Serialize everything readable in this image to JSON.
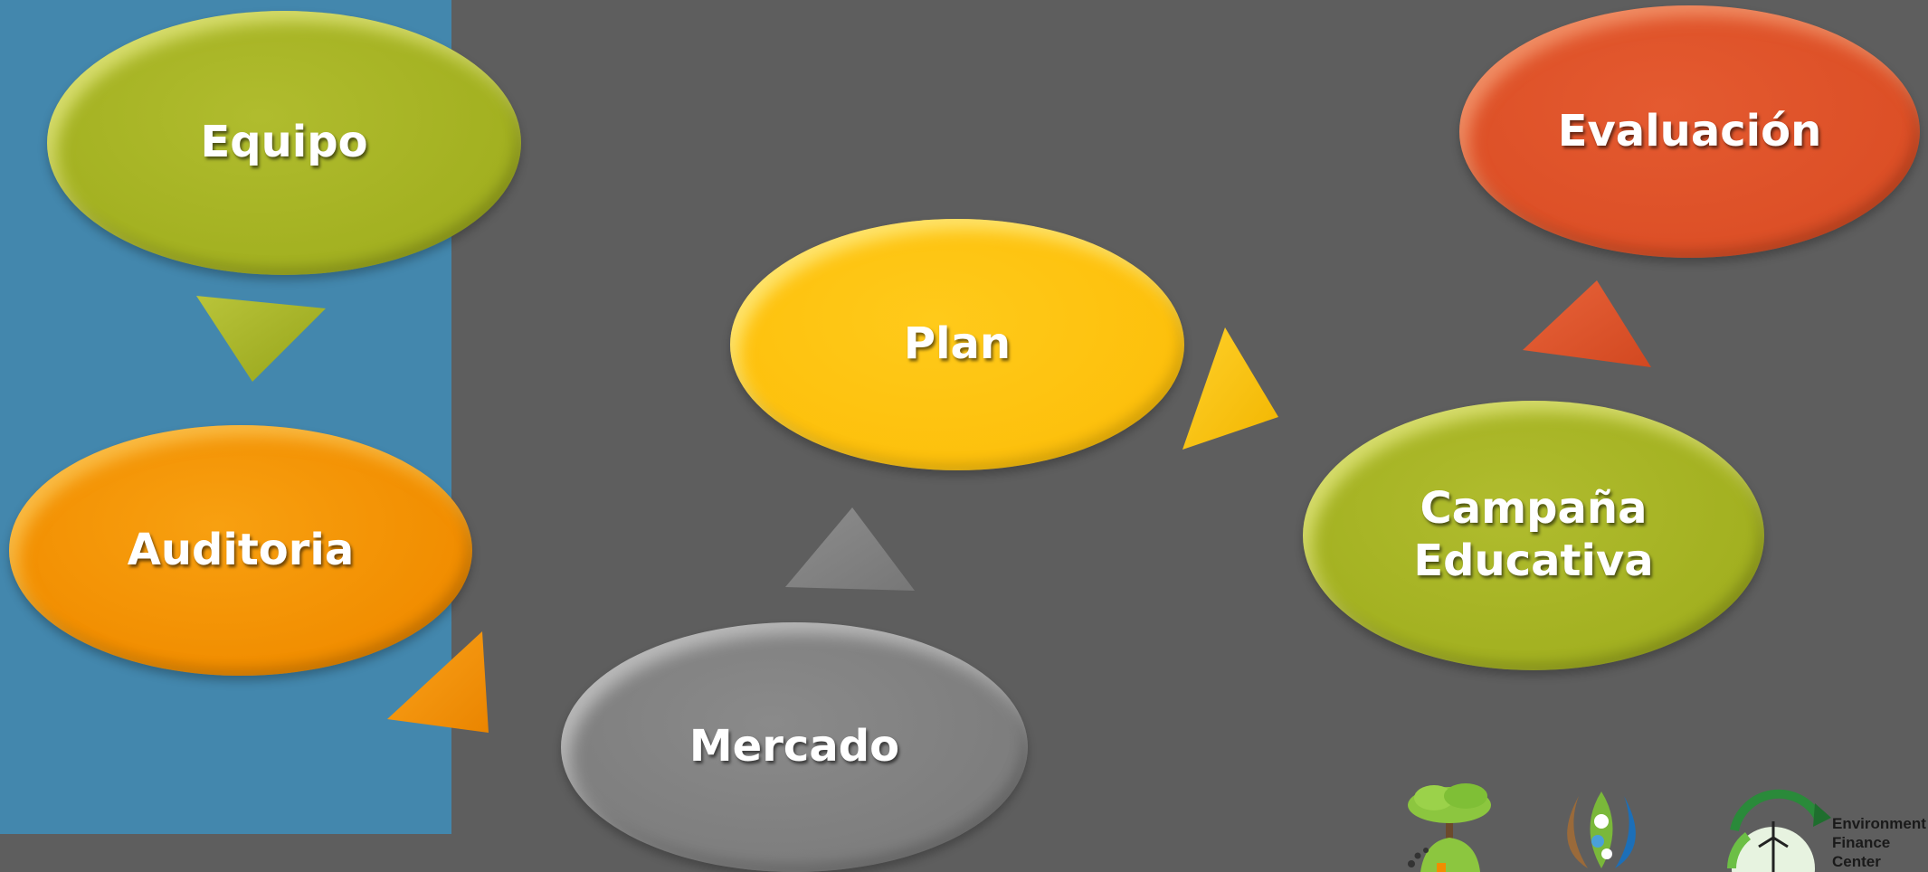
{
  "diagram": {
    "nodes": [
      {
        "id": "equipo",
        "label": "Equipo",
        "color": "#a2b020"
      },
      {
        "id": "auditoria",
        "label": "Auditoria",
        "color": "#f18d00"
      },
      {
        "id": "mercado",
        "label": "Mercado",
        "color": "#7d7d7d"
      },
      {
        "id": "plan",
        "label": "Plan",
        "color": "#fdc00c"
      },
      {
        "id": "campana",
        "label_line1": "Campaña",
        "label_line2": "Educativa",
        "color": "#a2b020"
      },
      {
        "id": "evaluacion",
        "label": "Evaluación",
        "color": "#dc4f26"
      }
    ],
    "flow": [
      "Equipo",
      "Auditoria",
      "Mercado",
      "Plan",
      "Campaña Educativa",
      "Evaluación"
    ],
    "panel_color": "#4387ad",
    "background_color": "#5e5e5e"
  },
  "logos": {
    "efc_line1": "Environment",
    "efc_line2": "Finance",
    "efc_line3": "Center",
    "icons": [
      "tree-logo-icon",
      "leaf-logo-icon",
      "environment-finance-center-logo-icon"
    ]
  }
}
